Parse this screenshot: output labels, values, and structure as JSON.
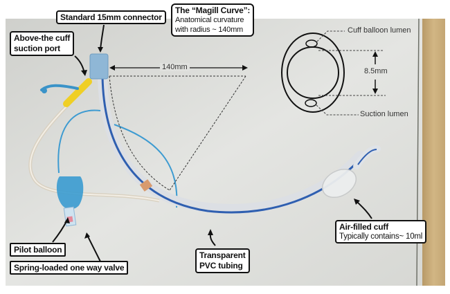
{
  "figure": {
    "subject": "Endotracheal tube with subglottic suction",
    "colors": {
      "background": "#d9dad6",
      "wood_edge": "#c8ab78",
      "connector_blue": "#8fb7d6",
      "suction_yellow": "#f2d22b",
      "pilot_blue": "#3a9bd0",
      "tube_stripe": "#2f5fb0",
      "marker_orange": "#d89a6e"
    }
  },
  "callouts": {
    "connector": "Standard 15mm connector",
    "suction_port": [
      "Above-the cuff",
      "suction port"
    ],
    "magill": {
      "title": "The “Magill Curve”:",
      "line2": "Anatomical curvature",
      "line3": "with radius ~ 140mm"
    },
    "pilot_balloon": "Pilot balloon",
    "valve": "Spring-loaded one way valve",
    "tubing": [
      "Transparent",
      "PVC tubing"
    ],
    "cuff": {
      "title": "Air-filled cuff",
      "subtitle": "Typically contains~ 10ml"
    }
  },
  "dimensions": {
    "radius_label": "140mm",
    "lumen_diameter_label": "8.5mm"
  },
  "cross_section": {
    "cuff_lumen_label": "Cuff balloon lumen",
    "suction_lumen_label": "Suction lumen"
  }
}
